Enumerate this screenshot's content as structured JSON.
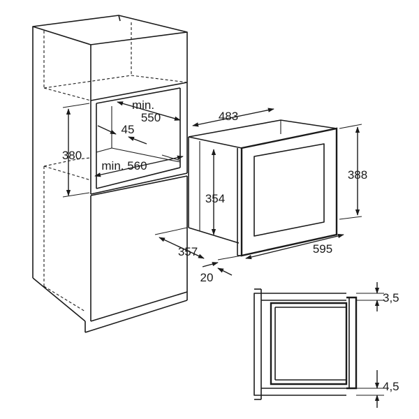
{
  "dimensions": {
    "niche_min_depth": "min.\n550",
    "niche_setback": "45",
    "niche_height": "380",
    "niche_min_width": "min. 560",
    "appliance_depth": "483",
    "appliance_height_body": "354",
    "appliance_height_front": "388",
    "appliance_side_depth": "357",
    "front_width": "595",
    "front_thickness": "20",
    "top_gap": "3,5",
    "bottom_gap": "4,5"
  }
}
